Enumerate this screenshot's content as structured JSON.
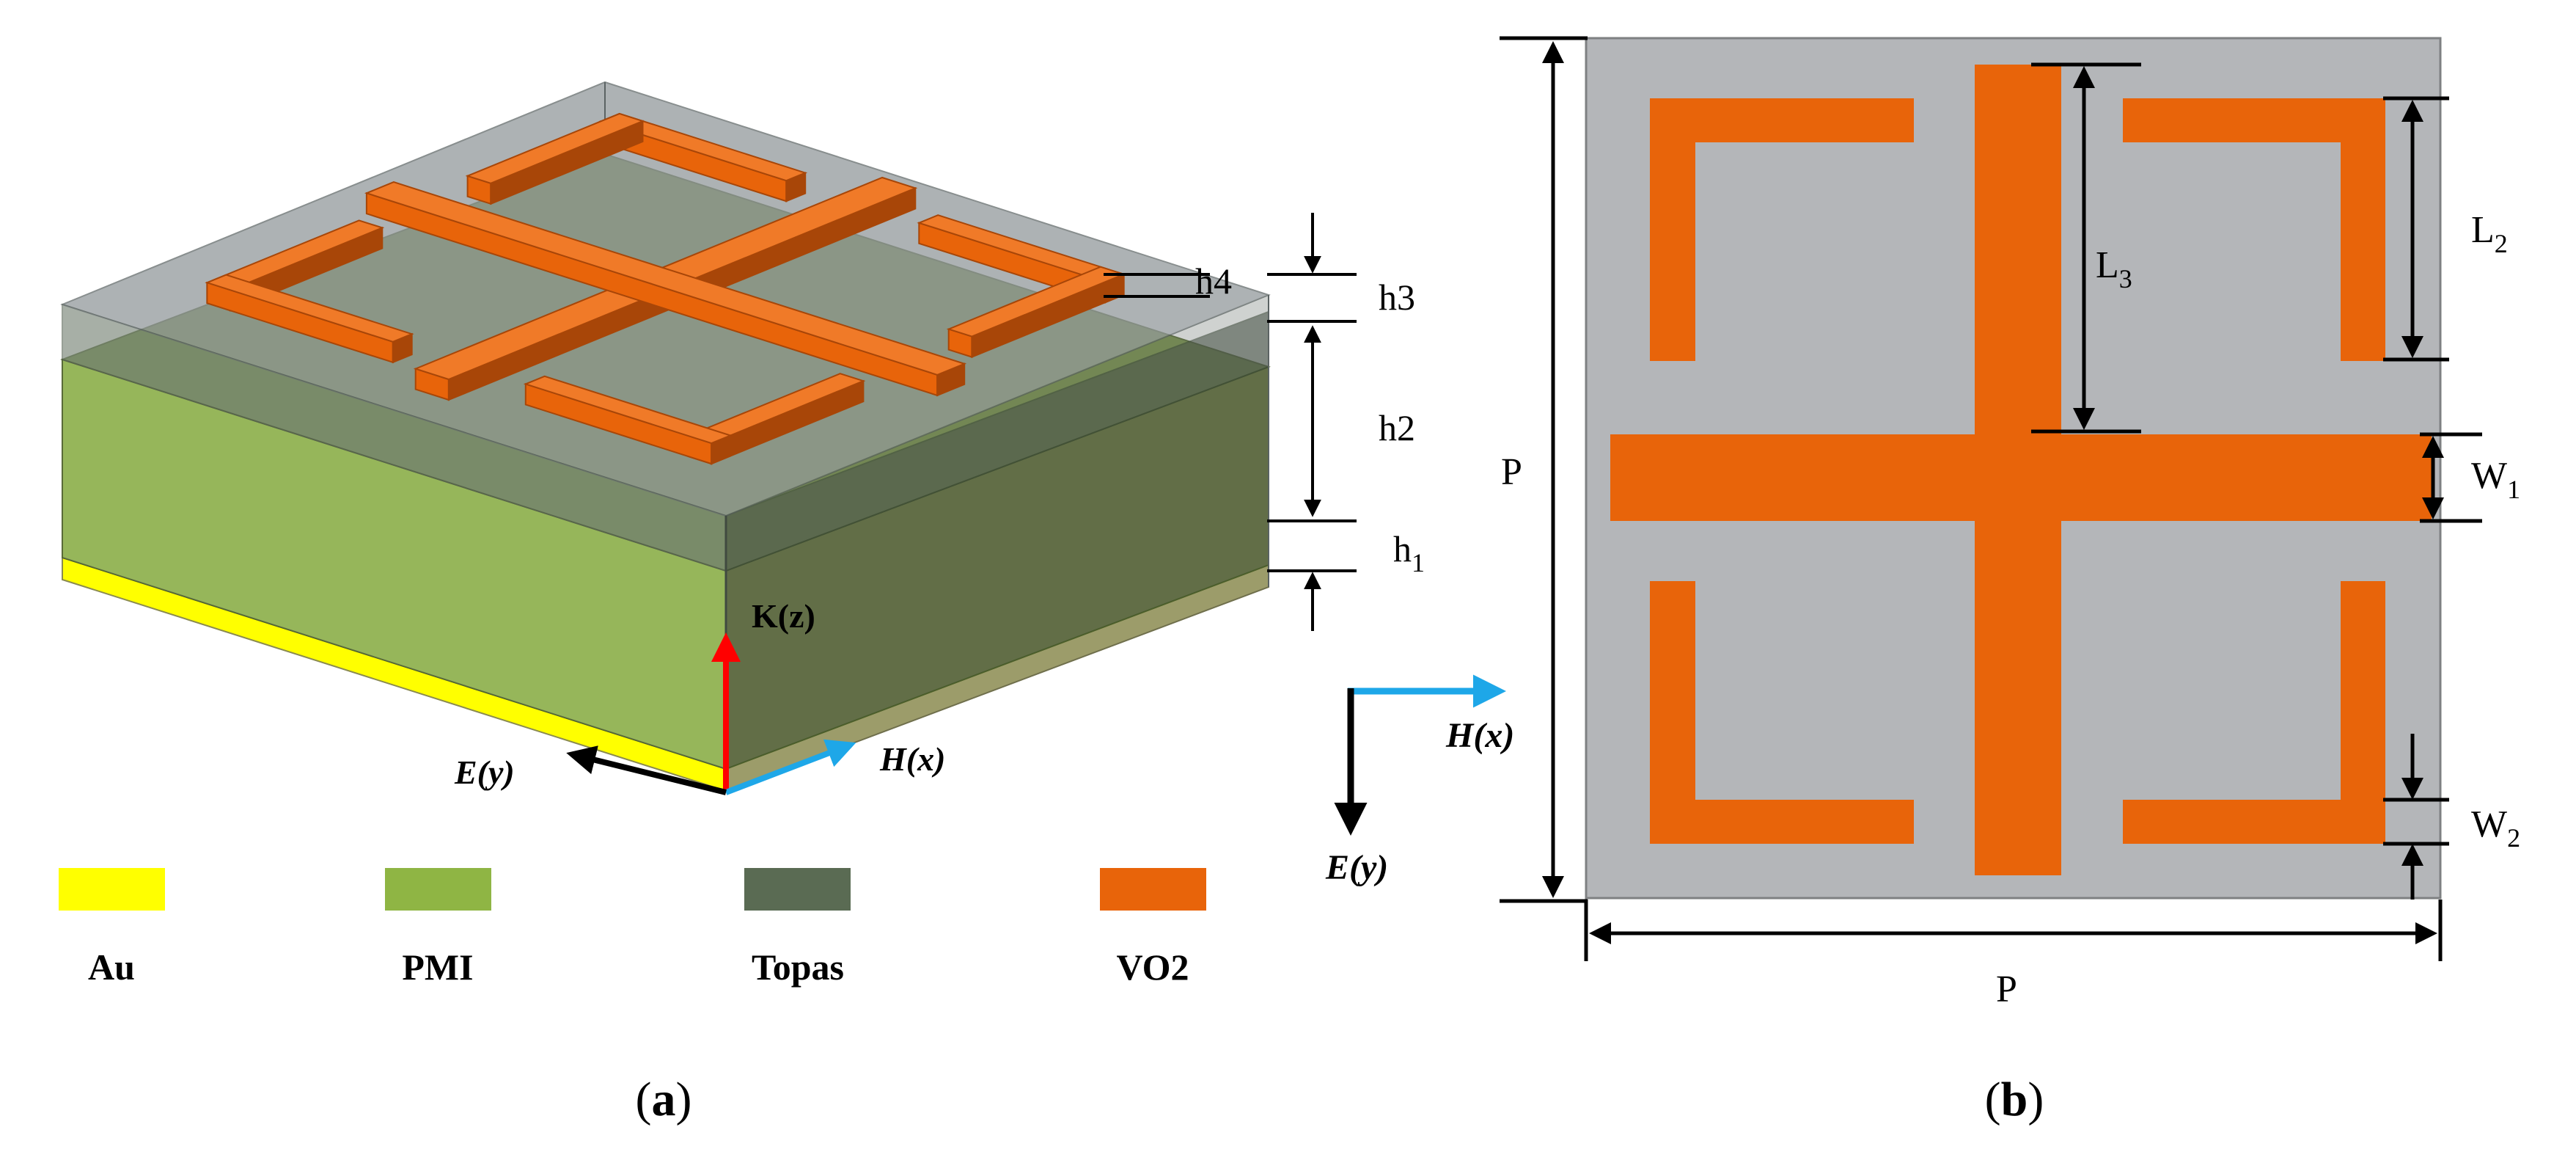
{
  "panel_a": {
    "caption": "(a)",
    "dimension_labels": {
      "h4": "h4",
      "h3": "h3",
      "h2": "h2",
      "h1_base": "h",
      "h1_sub": "1"
    },
    "axes": {
      "k": "K(z)",
      "e": "E(y)",
      "h": "H(x)"
    },
    "legend": [
      {
        "label": "Au",
        "color": "#ffff00"
      },
      {
        "label": "PMI",
        "color": "#8fb544"
      },
      {
        "label": "Topas",
        "color": "#5a6b53"
      },
      {
        "label": "VO2",
        "color": "#e8640a"
      }
    ]
  },
  "panel_b": {
    "caption": "(b)",
    "labels": {
      "p_left": "P",
      "p_bottom": "P",
      "l3_base": "L",
      "l3_sub": "3",
      "l2_base": "L",
      "l2_sub": "2",
      "w1_base": "W",
      "w1_sub": "1",
      "w2_base": "W",
      "w2_sub": "2"
    },
    "axes": {
      "h": "H(x)",
      "e": "E(y)"
    }
  },
  "colors": {
    "vo2": "#e8640a",
    "vo2_top": "#f07a28",
    "vo2_dark": "#a84608",
    "unit_cell_bg": "#b4b6b9",
    "au": "#ffff00",
    "pmi": "#8fb544",
    "topas": "#5a6b53",
    "k_arrow": "#ff0000",
    "h_arrow": "#1ea7e8",
    "e_arrow": "#000000"
  }
}
